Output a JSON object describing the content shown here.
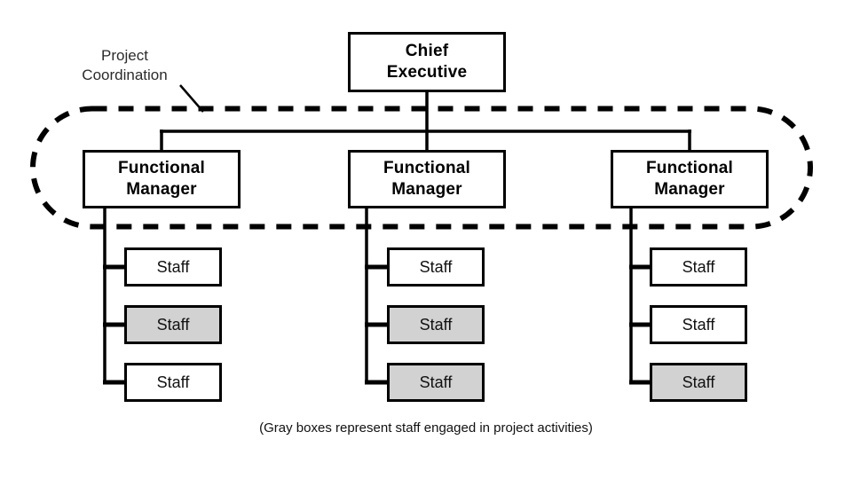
{
  "colors": {
    "background": "#ffffff",
    "box_border": "#000000",
    "engaged_fill": "#d2d2d2",
    "line_color": "#000000"
  },
  "annotation": {
    "label": "Project Coordination"
  },
  "caption": "(Gray boxes represent staff engaged in project activities)",
  "nodes": {
    "chief": {
      "line1": "Chief",
      "line2": "Executive"
    },
    "manager": {
      "line1": "Functional",
      "line2": "Manager"
    },
    "staff_label": "Staff"
  },
  "columns": [
    {
      "manager": "Functional Manager",
      "staff": [
        {
          "label": "Staff",
          "engaged": false
        },
        {
          "label": "Staff",
          "engaged": true
        },
        {
          "label": "Staff",
          "engaged": false
        }
      ]
    },
    {
      "manager": "Functional Manager",
      "staff": [
        {
          "label": "Staff",
          "engaged": false
        },
        {
          "label": "Staff",
          "engaged": true
        },
        {
          "label": "Staff",
          "engaged": true
        }
      ]
    },
    {
      "manager": "Functional Manager",
      "staff": [
        {
          "label": "Staff",
          "engaged": false
        },
        {
          "label": "Staff",
          "engaged": false
        },
        {
          "label": "Staff",
          "engaged": true
        }
      ]
    }
  ]
}
